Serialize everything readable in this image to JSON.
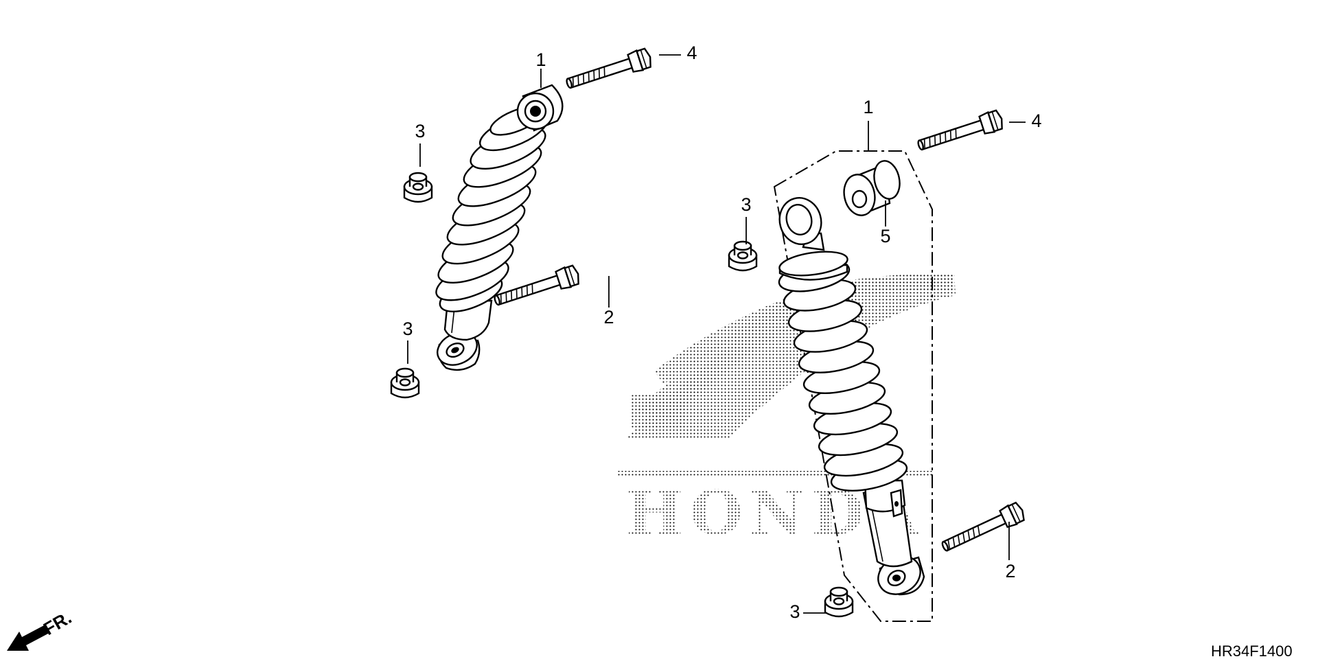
{
  "diagram_code": "HR34F1400",
  "direction_label": "FR.",
  "logo_text": "HONDA",
  "callouts": {
    "left_shock_1": "1",
    "left_bolt_2": "2",
    "left_nut_3_upper": "3",
    "left_nut_3_lower": "3",
    "left_bolt_4": "4",
    "right_shock_1": "1",
    "right_bolt_2": "2",
    "right_nut_3_upper": "3",
    "right_nut_3_lower": "3",
    "right_bolt_4": "4",
    "right_bushing_5": "5"
  },
  "icons": [
    "front-direction-arrow-icon",
    "honda-wing-watermark-icon"
  ]
}
